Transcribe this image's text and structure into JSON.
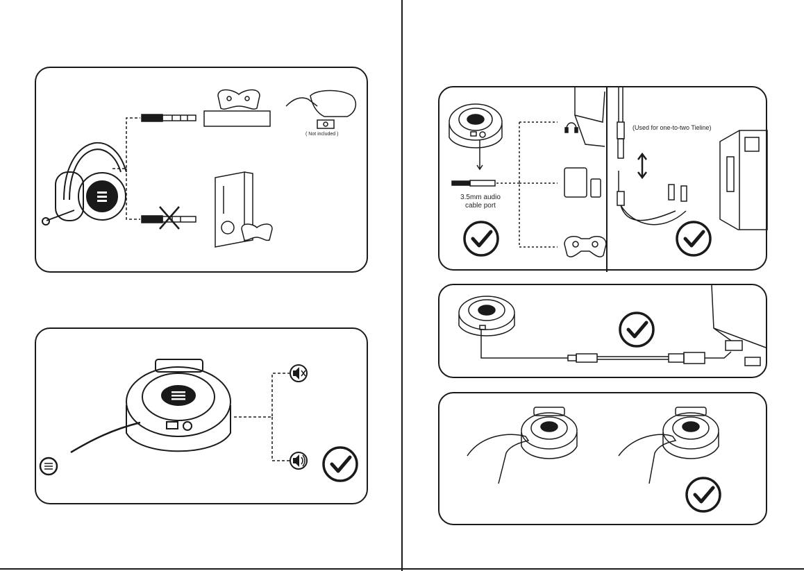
{
  "panel_compat": {
    "note_not_included": "( Not included )"
  },
  "panel_devices": {
    "port_label_line1": "3.5mm audio",
    "port_label_line2": "cable port"
  },
  "panel_splitter": {
    "note": "(Used for one-to-two Tieline)"
  },
  "icons": {
    "mute": "mute-icon",
    "volume": "volume-icon",
    "check": "check-icon",
    "headphone": "headphone-icon"
  },
  "colors": {
    "line": "#1a1a1a",
    "background": "#ffffff"
  }
}
